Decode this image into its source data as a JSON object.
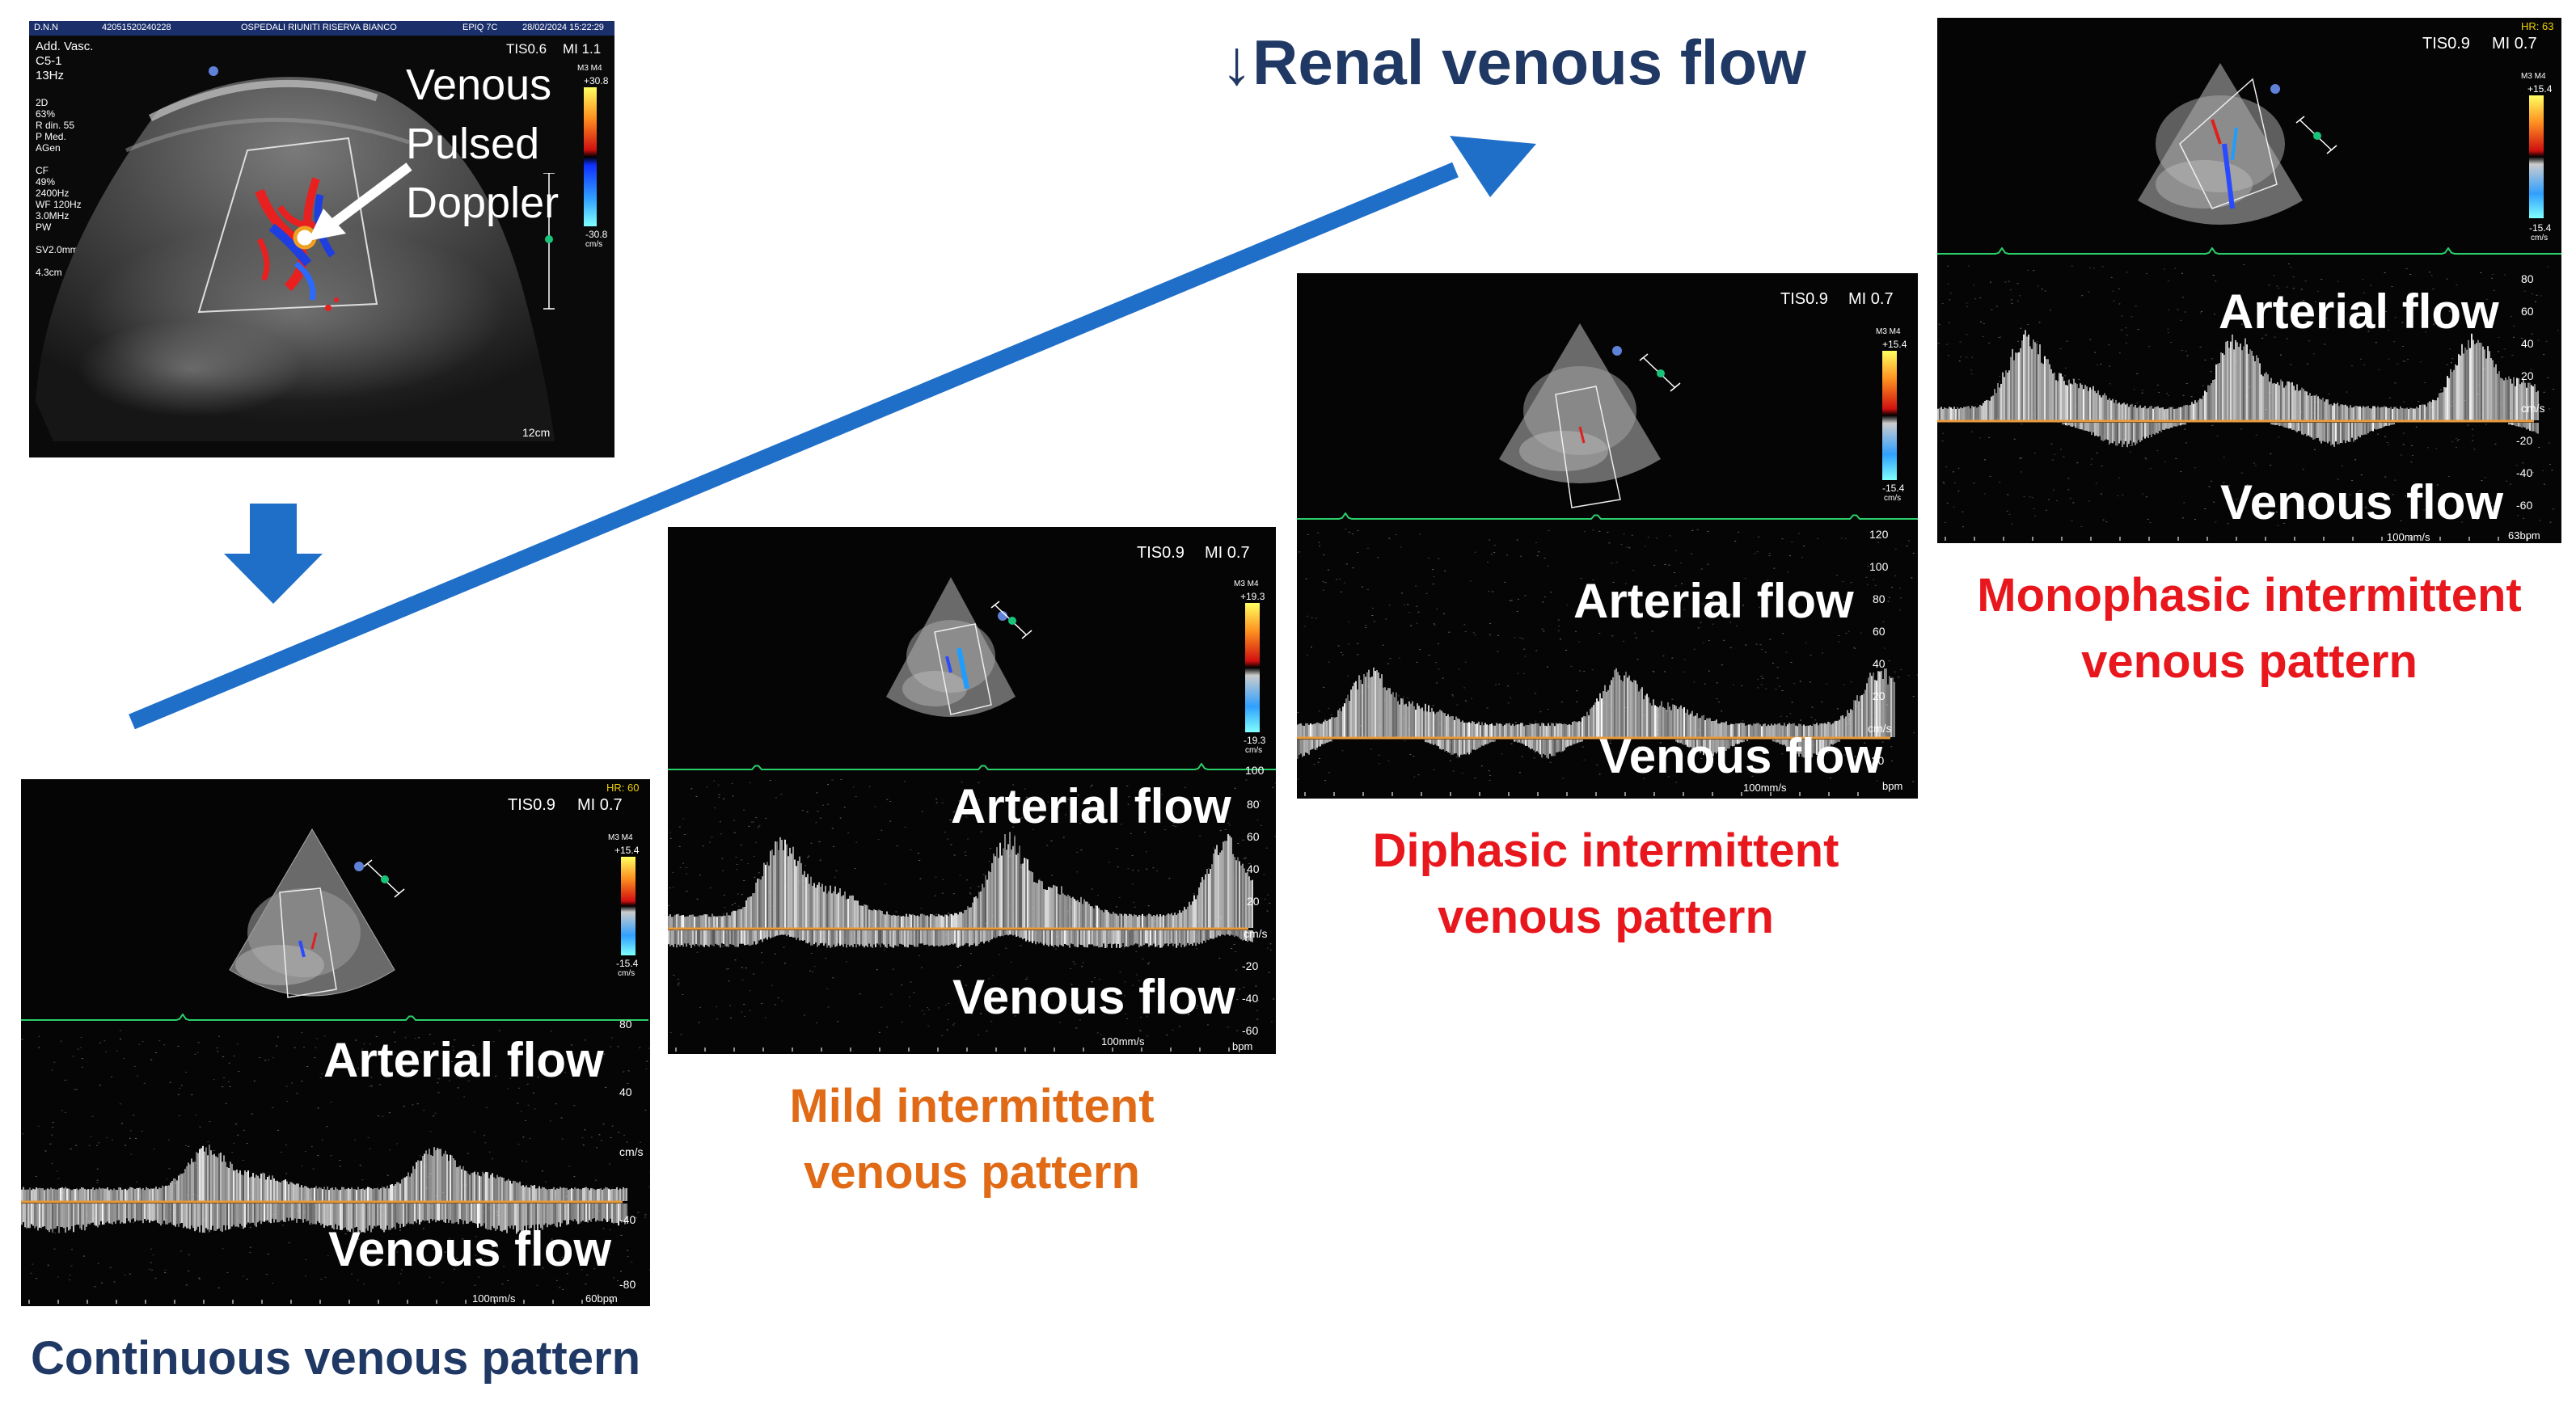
{
  "title": {
    "arrow": "↓",
    "text": "Renal venous flow"
  },
  "colors": {
    "title": "#1f3864",
    "trend_arrow": "#1f6fc9",
    "step_arrow": "#1f6fc9",
    "continuous": "#1f3864",
    "mild": "#e06a16",
    "diphasic": "#e8171d",
    "monophasic": "#e8171d"
  },
  "top_image": {
    "header": {
      "left": "D.N.N",
      "id": "42051520240228",
      "hospital": "OSPEDALI RIUNITI RISERVA BIANCO",
      "device": "EPIQ 7C",
      "datetime": "28/02/2024 15:22:29"
    },
    "tis": "TIS0.6",
    "mi": "MI 1.1",
    "preset": "Add. Vasc.",
    "probe": "C5-1",
    "freq": "13Hz",
    "settings": [
      "2D",
      "63%",
      "R din. 55",
      "P Med.",
      "AGen",
      "",
      "CF",
      "49%",
      "2400Hz",
      "WF 120Hz",
      "3.0MHz",
      "PW",
      "",
      "SV2.0mm",
      "",
      "4.3cm"
    ],
    "scale_top": "+30.8",
    "scale_bottom": "-30.8",
    "scale_unit": "cm/s",
    "mode": "M3 M4",
    "depth": "12cm",
    "annotation": [
      "Venous",
      "Pulsed",
      "Doppler"
    ]
  },
  "panels": [
    {
      "id": "continuous",
      "hr": "HR: 60",
      "tis": "TIS0.9",
      "mi": "MI 0.7",
      "mode": "M3 M4",
      "scale_top": "+15.4",
      "scale_bottom": "-15.4",
      "scale_unit": "cm/s",
      "axis_ticks": [
        "80",
        "40",
        "cm/s",
        "-40",
        "-80"
      ],
      "speed": "100mm/s",
      "bpm": "60bpm",
      "arterial_label": "Arterial flow",
      "venous_label": "Venous flow",
      "caption": [
        "Continuous venous pattern"
      ]
    },
    {
      "id": "mild",
      "hr": "",
      "tis": "TIS0.9",
      "mi": "MI 0.7",
      "mode": "M3 M4",
      "scale_top": "+19.3",
      "scale_bottom": "-19.3",
      "scale_unit": "cm/s",
      "axis_ticks": [
        "100",
        "80",
        "60",
        "40",
        "20",
        "cm/s",
        "-20",
        "-40",
        "-60"
      ],
      "speed": "100mm/s",
      "bpm": "bpm",
      "arterial_label": "Arterial flow",
      "venous_label": "Venous flow",
      "caption": [
        "Mild intermittent",
        "venous pattern"
      ]
    },
    {
      "id": "diphasic",
      "hr": "",
      "tis": "TIS0.9",
      "mi": "MI 0.7",
      "mode": "M3 M4",
      "scale_top": "+15.4",
      "scale_bottom": "-15.4",
      "scale_unit": "cm/s",
      "axis_ticks": [
        "120",
        "100",
        "80",
        "60",
        "40",
        "20",
        "cm/s",
        "-20"
      ],
      "speed": "100mm/s",
      "bpm": "bpm",
      "arterial_label": "Arterial flow",
      "venous_label": "Venous flow",
      "caption": [
        "Diphasic intermittent",
        "venous pattern"
      ]
    },
    {
      "id": "monophasic",
      "hr": "HR: 63",
      "tis": "TIS0.9",
      "mi": "MI 0.7",
      "mode": "M3 M4",
      "scale_top": "+15.4",
      "scale_bottom": "-15.4",
      "scale_unit": "cm/s",
      "axis_ticks": [
        "80",
        "60",
        "40",
        "20",
        "cm/s",
        "-20",
        "-40",
        "-60"
      ],
      "speed": "100mm/s",
      "bpm": "63bpm",
      "arterial_label": "Arterial flow",
      "venous_label": "Venous flow",
      "caption": [
        "Monophasic intermittent",
        "venous pattern"
      ]
    }
  ]
}
